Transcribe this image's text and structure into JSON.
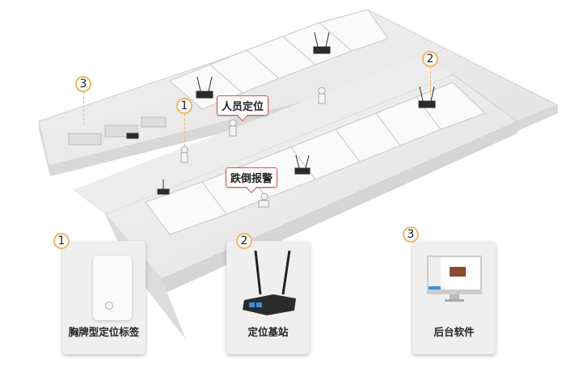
{
  "callouts": {
    "person_locating": "人员定位",
    "fall_alarm": "跌倒报警"
  },
  "markers": [
    "1",
    "2",
    "3"
  ],
  "cards": [
    {
      "number": "1",
      "label": "胸牌型定位标签",
      "icon": "badge-tag-icon"
    },
    {
      "number": "2",
      "label": "定位基站",
      "icon": "router-icon"
    },
    {
      "number": "3",
      "label": "后台软件",
      "icon": "monitor-icon"
    }
  ],
  "colors": {
    "marker_border": "#efb764",
    "callout_border": "#d9534f",
    "card_bg": "#efefef",
    "router": "#2b2b2b",
    "port": "#3a8fd8"
  }
}
